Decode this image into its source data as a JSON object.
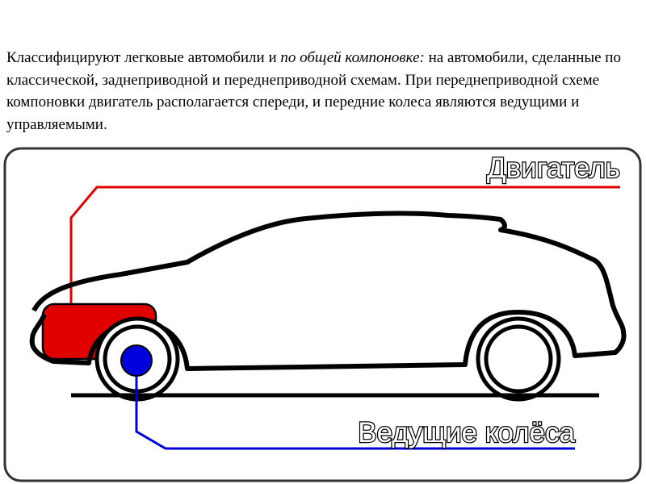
{
  "text": {
    "part1": "Классифицируют легковые автомобили и ",
    "part2_italic": "по общей компоновке:",
    "part3": " на автомобили, сделанные по классической, заднеприводной и переднеприводной схемам. При переднеприводной схеме компоновки двигатель располагается спереди, и передние колеса являются ведущими и управляемыми."
  },
  "diagram": {
    "engine_label": "Двигатель",
    "wheels_label": "Ведущие колёса",
    "colors": {
      "engine": "#e00000",
      "drive_wheel": "#0000dd",
      "outline": "#000000",
      "frame": "#333333"
    }
  }
}
